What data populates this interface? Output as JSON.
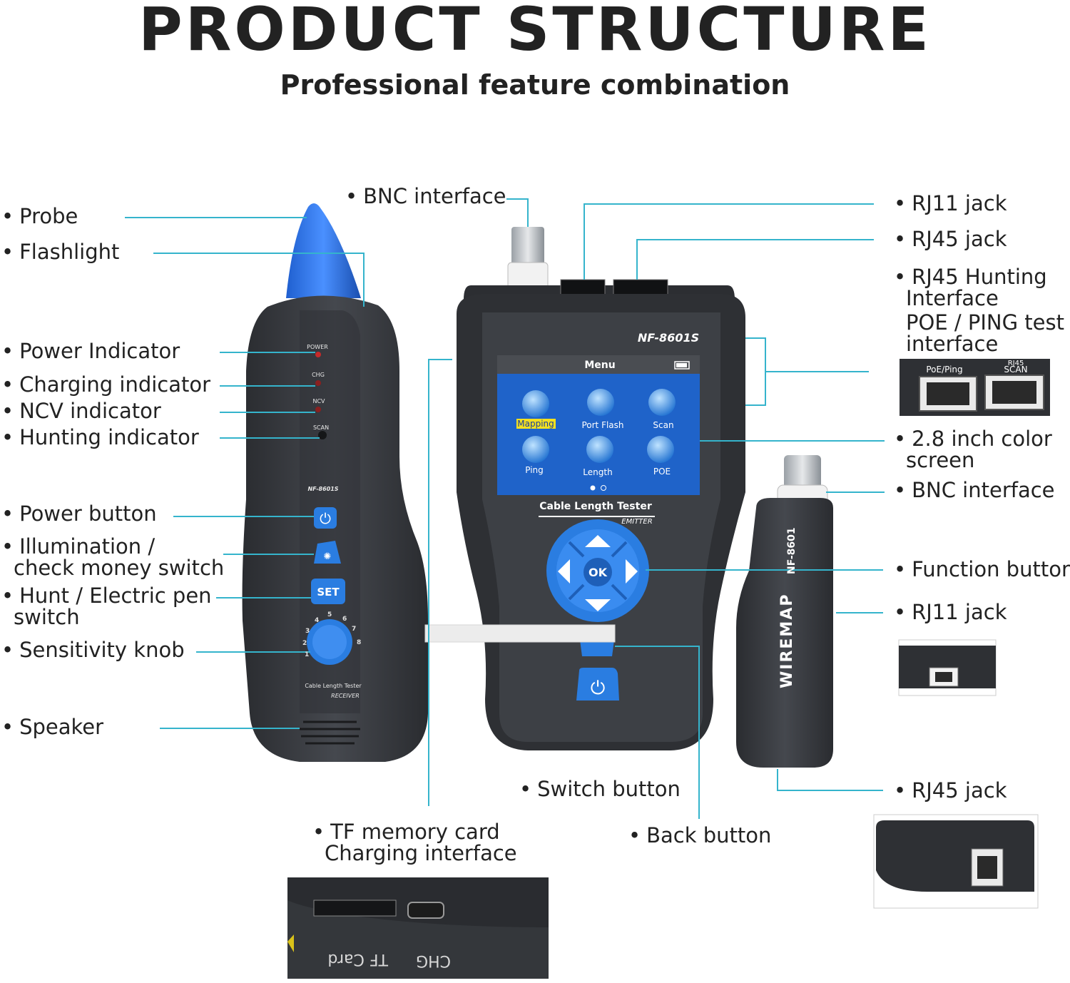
{
  "header": {
    "title": "PRODUCT STRUCTURE",
    "subtitle": "Professional feature combination"
  },
  "labels": {
    "probe": "Probe",
    "flashlight": "Flashlight",
    "power_indicator": "Power Indicator",
    "charging_indicator": "Charging indicator",
    "ncv_indicator": "NCV indicator",
    "hunting_indicator": "Hunting indicator",
    "power_button": "Power button",
    "illumination_line1": "Illumination /",
    "illumination_line2": "check money switch",
    "hunt_line1": "Hunt / Electric pen",
    "hunt_line2": "switch",
    "sensitivity_knob": "Sensitivity knob",
    "speaker": "Speaker",
    "bnc_top": "BNC interface",
    "rj11_top": "RJ11 jack",
    "rj45_top": "RJ45 jack",
    "rj45_hunting_line1": "RJ45 Hunting",
    "rj45_hunting_line2": "Interface",
    "poe_line1": "POE / PING test",
    "poe_line2": "interface",
    "screen_line1": "2.8 inch color",
    "screen_line2": "screen",
    "bnc_right": "BNC interface",
    "function_button": "Function button",
    "rj11_right": "RJ11 jack",
    "rj45_right": "RJ45 jack",
    "switch_button": "Switch button",
    "back_button": "Back button",
    "tf_line1": "TF memory card",
    "tf_line2": "Charging interface"
  },
  "receiver": {
    "leds": [
      "POWER",
      "CHG",
      "NCV",
      "SCAN"
    ],
    "model": "NF-8601S",
    "set_label": "SET",
    "knob_numbers": [
      "1",
      "2",
      "3",
      "4",
      "5",
      "6",
      "7",
      "8"
    ],
    "brand_line1": "Cable Length Tester",
    "brand_line2": "RECEIVER"
  },
  "emitter": {
    "model": "NF-8601S",
    "screen_title": "Menu",
    "menu_items": [
      "Mapping",
      "Port Flash",
      "Scan",
      "Ping",
      "Length",
      "POE"
    ],
    "brand_line1": "Cable Length Tester",
    "brand_line2": "EMITTER",
    "ok_label": "OK"
  },
  "remote": {
    "model": "NF-8601",
    "side_text": "WIREMAP"
  },
  "insets": {
    "poe_ping": "PoE/Ping",
    "rj45_scan_line1": "RJ45",
    "rj45_scan_line2": "SCAN",
    "tf_card": "TF Card",
    "chg": "CHG"
  },
  "colors": {
    "leader_line": "#35b4cc",
    "accent_blue": "#2a7de1",
    "device_body": "#3a3d42",
    "screen_blue": "#1f63c9"
  }
}
